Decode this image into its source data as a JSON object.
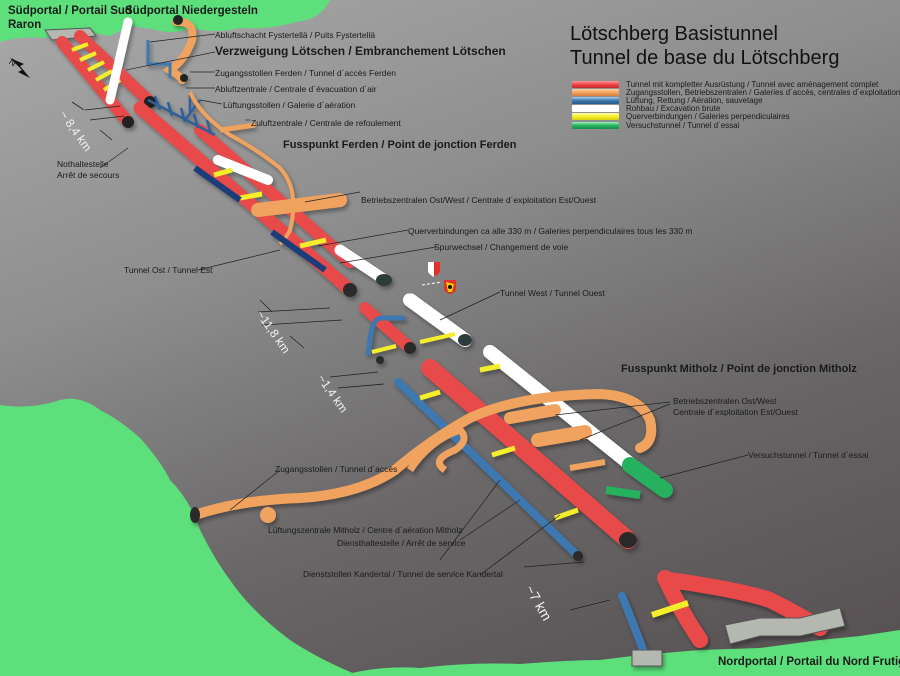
{
  "title": {
    "line1": "Lötschberg Basistunnel",
    "line2": "Tunnel de base du Lötschberg"
  },
  "legend": [
    {
      "label": "Tunnel mit kompletter Ausrüstung / Tunnel avec aménagement complet",
      "color": "#e8484a",
      "category": "full-equipment"
    },
    {
      "label": "Zugangsstollen, Betriebszentralen / Galeries d´accès, centrales d´exploitation",
      "color": "#f0a25e",
      "category": "access-operations"
    },
    {
      "label": "Lüftung, Rettung / Aération, sauvetage",
      "color": "#3c79b0",
      "category": "ventilation-rescue"
    },
    {
      "label": "Rohbau / Excavation brute",
      "color": "#ffffff",
      "category": "raw-excavation"
    },
    {
      "label": "Querverbindungen / Galeries perpendiculaires",
      "color": "#f5ee2a",
      "category": "cross-passages"
    },
    {
      "label": "Versuchstunnel / Tunnel d´essai",
      "color": "#27b15e",
      "category": "test-tunnel"
    }
  ],
  "portals": {
    "south_raron": "Südportal / Portail Sud\nRaron",
    "south_raron_line1": "Südportal / Portail Sud",
    "south_raron_line2": "Raron",
    "south_niedergesteln": "Südportal Niedergesteln",
    "north_frutigen": "Nordportal / Portail du Nord Frutigen"
  },
  "junctions": {
    "ferden": "Fusspunkt Ferden / Point de jonction Ferden",
    "mitholz": "Fusspunkt Mitholz / Point de jonction Mitholz",
    "loetschen": "Verzweigung Lötschen / Embranchement Lötschen"
  },
  "labels": {
    "abluftschacht": "Abluftschacht Fystertellä / Puits Fystertellä",
    "zugang_ferden": "Zugangsstollen Ferden / Tunnel d´accès Ferden",
    "abluftzentrale": "Abluftzentrale / Centrale d´évacuation d´air",
    "lueftungsstollen": "Lüftungsstollen / Galerie d´aération",
    "zuluftzentrale": "Zuluftzentrale / Centrale de refoulement",
    "nothalt_1": "Nothaltestelle",
    "nothalt_2": "Arrêt de secours",
    "betrieb_ferden": "Betriebszentralen Ost/West / Centrale d´exploitation Est/Ouest",
    "querverbindungen": "Querverbindungen ca alle 330 m / Galeries perpendiculaires tous les 330 m",
    "spurwechsel": "Spurwechsel / Changement de voie",
    "tunnel_ost": "Tunnel Ost / Tunnel Est",
    "tunnel_west": "Tunnel West / Tunnel Ouest",
    "betrieb_mitholz_1": "Betriebszentralen Ost/West",
    "betrieb_mitholz_2": "Centrale d´exploitation Est/Ouest",
    "versuchstunnel": "Versuchstunnel / Tunnel d´essai",
    "zugang_mitholz": "Zugangsstollen / Tunnel d´accès",
    "lueftungszentrale_mitholz": "Lüftungszentrale Mitholz / Centre d´aération Mitholz",
    "diensthalt": "Diensthaltestelle / Arrêt de service",
    "dienststollen": "Dienststollen Kandertal / Tunnel de service Kandertal"
  },
  "distances": {
    "d1": "~ 8,4 km",
    "d2": "~11,8 km",
    "d3": "~1,4 km",
    "d4": "~7 km"
  },
  "compass": {
    "label": "N",
    "icon": "north-arrow-icon"
  },
  "coats_of_arms": [
    "valais-coat-of-arms",
    "bern-coat-of-arms"
  ],
  "colors": {
    "terrain": "#5de07c",
    "red": "#e8484a",
    "orange": "#f0a25e",
    "blue": "#3c79b0",
    "white": "#ffffff",
    "yellow": "#f5ee2a",
    "green": "#27b15e"
  }
}
